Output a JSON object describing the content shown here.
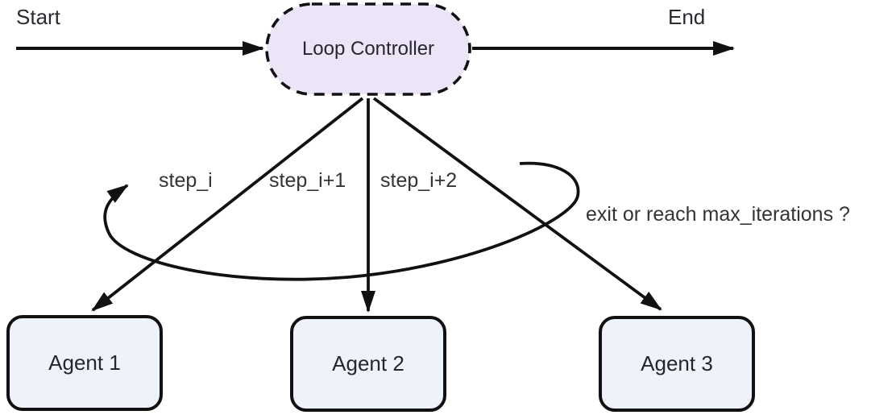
{
  "diagram": {
    "nodes": {
      "start": {
        "label": "Start"
      },
      "end": {
        "label": "End"
      },
      "loop_controller": {
        "label": "Loop Controller"
      },
      "agent1": {
        "label": "Agent 1"
      },
      "agent2": {
        "label": "Agent 2"
      },
      "agent3": {
        "label": "Agent 3"
      }
    },
    "edges": {
      "step_i": {
        "label": "step_i"
      },
      "step_i_plus_1": {
        "label": "step_i+1"
      },
      "step_i_plus_2": {
        "label": "step_i+2"
      },
      "loop_back": {
        "label": "exit or reach max_iterations ?"
      }
    },
    "colors": {
      "loop_controller_fill": "#ece4f7",
      "agent_fill": "#eef2fb",
      "stroke": "#111111",
      "text": "#2a2a33"
    }
  }
}
